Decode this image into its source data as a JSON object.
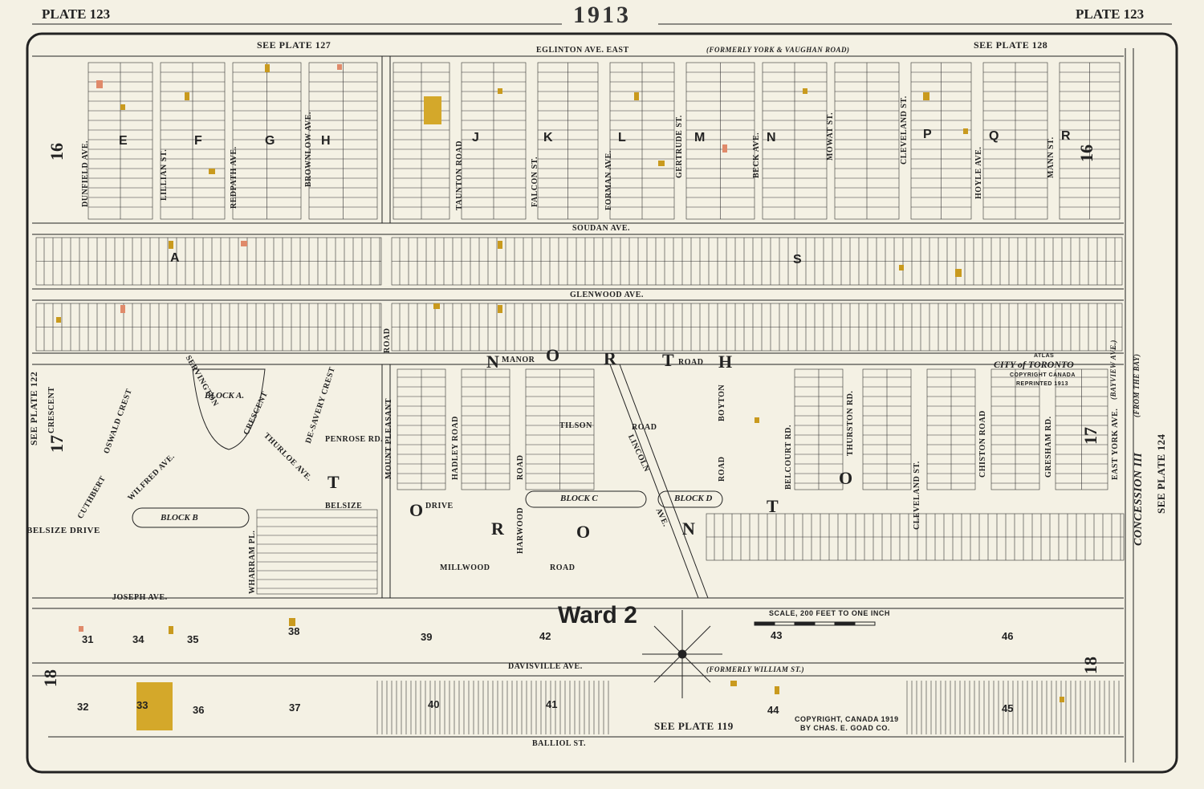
{
  "header": {
    "plate_left": "PLATE 123",
    "plate_right": "PLATE 123",
    "year": "1913"
  },
  "see_plates": {
    "top_left": "SEE PLATE 127",
    "top_right": "SEE PLATE 128",
    "left": "SEE PLATE 122",
    "right": "SEE PLATE 124",
    "bottom": "SEE PLATE 119"
  },
  "streets_horizontal": {
    "eglinton": "EGLINTON AVE. EAST",
    "eglinton_note": "(FORMERLY YORK & VAUGHAN ROAD)",
    "soudan": "SOUDAN AVE.",
    "glenwood": "GLENWOOD AVE.",
    "manor": "MANOR",
    "manor_road": "ROAD",
    "tilson": "TILSON",
    "tilson_road": "ROAD",
    "penrose": "PENROSE RD.",
    "belsize": "BELSIZE",
    "drive": "DRIVE",
    "belsize_drive": "BELSIZE DRIVE",
    "millwood": "MILLWOOD",
    "millwood_road": "ROAD",
    "joseph": "JOSEPH AVE.",
    "davisville": "DAVISVILLE AVE.",
    "davisville_note": "(FORMERLY WILLIAM ST.)",
    "balliol": "BALLIOL ST."
  },
  "streets_vertical": {
    "dunfield": "DUNFIELD AVE.",
    "lillian": "LILLIAN ST.",
    "redpath": "REDPATH AVE.",
    "brownlow": "BROWNLOW AVE.",
    "taunton": "TAUNTON ROAD",
    "falcon": "FALCON ST.",
    "forman": "FORMAN AVE.",
    "gertrude": "GERTRUDE ST.",
    "beck": "BECK AVE.",
    "mowat": "MOWAT ST.",
    "cleveland_top": "CLEVELAND ST.",
    "hoyle": "HOYLE AVE.",
    "mann": "MANN ST.",
    "mount_pleasant": "MOUNT PLEASANT",
    "mount_pleasant_road": "ROAD",
    "hadley": "HADLEY ROAD",
    "harwood": "HARWOOD",
    "harwood_road": "ROAD",
    "lincoln": "LINCOLN",
    "lincoln_ave": "AVE.",
    "boyton": "BOYTON",
    "boyton_road": "ROAD",
    "belcourt": "BELCOURT RD.",
    "thurston": "THURSTON RD.",
    "cleveland_bottom": "CLEVELAND ST.",
    "chiston": "CHISTON ROAD",
    "gresham": "GRESHAM RD.",
    "east_york": "EAST YORK AVE.",
    "east_york_note": "(BAYVIEW AVE.)",
    "wharram": "WHARRAM PL.",
    "crescent_left": "CRESCENT",
    "oswald": "OSWALD CREST",
    "servington": "SERVINGTON",
    "crescent_right": "CRESCENT",
    "de_savery": "DE-SAVERY CREST",
    "thurloe": "THURLOE AVE.",
    "wilfred": "WILFRED AVE.",
    "cuthbert": "CUTHBERT"
  },
  "north_toronto": [
    "N",
    "O",
    "R",
    "T",
    "H",
    "T",
    "O",
    "R",
    "O",
    "N",
    "T",
    "O"
  ],
  "ward": "Ward 2",
  "blocks": {
    "block_a": "BLOCK A.",
    "block_b": "BLOCK B",
    "block_c": "BLOCK C",
    "block_d": "BLOCK D"
  },
  "sections_top": [
    "E",
    "F",
    "G",
    "H",
    "J",
    "K",
    "L",
    "M",
    "N",
    "P",
    "Q",
    "R"
  ],
  "section_a": "A",
  "section_s": "S",
  "corner_numbers": {
    "tl": "16",
    "tr": "16",
    "ml": "17",
    "mr": "17",
    "bl": "18",
    "br": "18"
  },
  "block_numbers": [
    "31",
    "34",
    "35",
    "38",
    "39",
    "42",
    "43",
    "46",
    "32",
    "33",
    "36",
    "37",
    "40",
    "41",
    "44",
    "45"
  ],
  "concession": "CONCESSION III",
  "concession_note": "(FROM THE BAY)",
  "scale": "SCALE, 200 FEET TO ONE INCH",
  "copyright": [
    "COPYRIGHT, CANADA 1919",
    "BY CHAS. E. GOAD CO."
  ],
  "stamp": {
    "line1": "ATLAS",
    "line2": "CITY of TORONTO",
    "line3": "COPYRIGHT CANADA",
    "line4": "REPRINTED 1913"
  },
  "colors": {
    "paper": "#f4f1e4",
    "ink": "#222222",
    "brick": "#e08a6a",
    "frame": "#d4b24a",
    "building": "#c99a1e"
  }
}
